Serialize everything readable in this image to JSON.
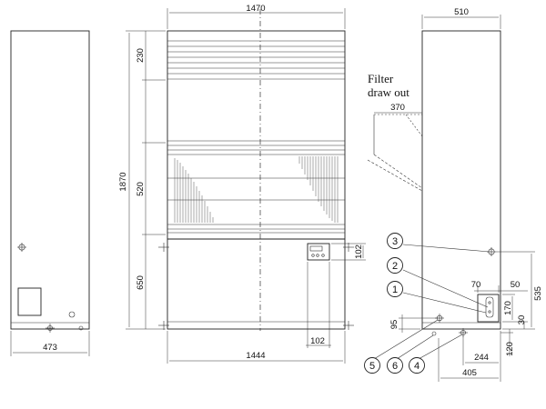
{
  "dimensions": {
    "overall_width": "1470",
    "overall_height": "1870",
    "top_grille": "230",
    "mid_grille": "520",
    "lower_section": "650",
    "base_width": "1444",
    "panel_offset_v": "102",
    "panel_offset_h": "102",
    "left_depth": "473",
    "right_depth": "510",
    "filter_depth": "370",
    "d70": "70",
    "d50": "50",
    "d535": "535",
    "d170": "170",
    "d30": "30",
    "d120": "120",
    "d95": "95",
    "d244": "244",
    "d405": "405"
  },
  "labels": {
    "filter_line1": "Filter",
    "filter_line2": "draw out"
  },
  "callouts": [
    "1",
    "2",
    "3",
    "4",
    "5",
    "6"
  ]
}
